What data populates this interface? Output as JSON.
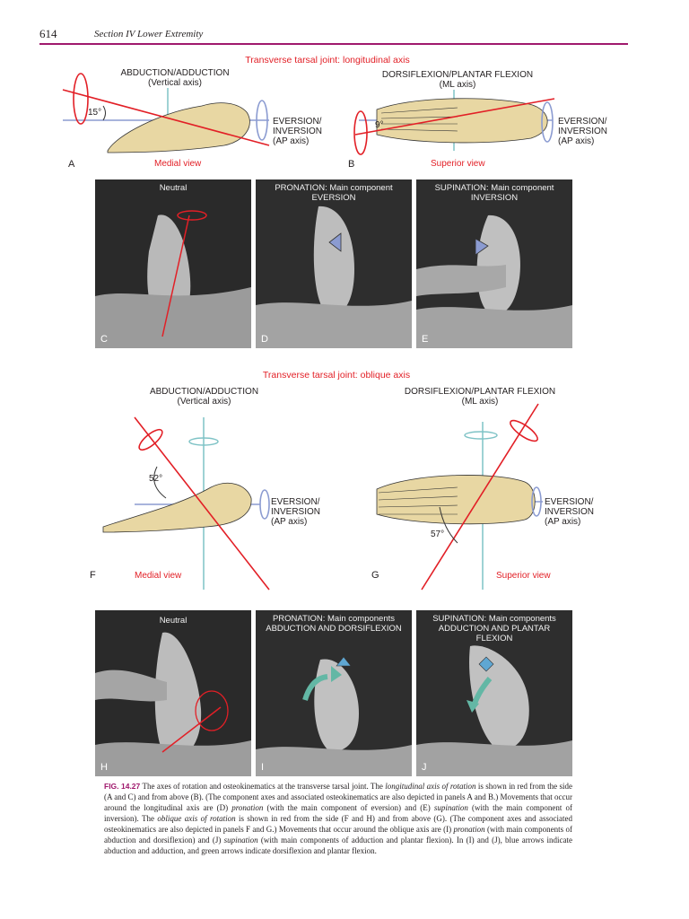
{
  "header": {
    "page_number": "614",
    "section": "Section IV   Lower Extremity"
  },
  "top": {
    "title": "Transverse tarsal joint: longitudinal axis",
    "A": {
      "axis_title": "ABDUCTION/ADDUCTION",
      "axis_sub": "(Vertical axis)",
      "angle": "15°",
      "eversion1": "EVERSION/",
      "eversion2": "INVERSION",
      "eversion3": "(AP axis)",
      "view": "Medial view",
      "letter": "A"
    },
    "B": {
      "axis_title": "DORSIFLEXION/PLANTAR FLEXION",
      "axis_sub": "(ML axis)",
      "angle": "9°",
      "eversion1": "EVERSION/",
      "eversion2": "INVERSION",
      "eversion3": "(AP axis)",
      "view": "Superior view",
      "letter": "B"
    }
  },
  "row1_photos": [
    {
      "title1": "Neutral",
      "title2": "",
      "letter": "C"
    },
    {
      "title1": "PRONATION: Main component",
      "title2": "EVERSION",
      "letter": "D"
    },
    {
      "title1": "SUPINATION: Main component",
      "title2": "INVERSION",
      "letter": "E"
    }
  ],
  "middle": {
    "title": "Transverse tarsal joint: oblique axis",
    "F": {
      "axis_title": "ABDUCTION/ADDUCTION",
      "axis_sub": "(Vertical axis)",
      "angle": "52°",
      "eversion1": "EVERSION/",
      "eversion2": "INVERSION",
      "eversion3": "(AP axis)",
      "view": "Medial view",
      "letter": "F"
    },
    "G": {
      "axis_title": "DORSIFLEXION/PLANTAR FLEXION",
      "axis_sub": "(ML axis)",
      "angle": "57°",
      "eversion1": "EVERSION/",
      "eversion2": "INVERSION",
      "eversion3": "(AP axis)",
      "view": "Superior view",
      "letter": "G"
    }
  },
  "row2_photos": [
    {
      "title1": "Neutral",
      "title2": "",
      "title3": "",
      "letter": "H"
    },
    {
      "title1": "PRONATION: Main components",
      "title2": "ABDUCTION AND DORSIFLEXION",
      "title3": "",
      "letter": "I"
    },
    {
      "title1": "SUPINATION: Main components",
      "title2": "ADDUCTION AND PLANTAR",
      "title3": "FLEXION",
      "letter": "J"
    }
  ],
  "caption": {
    "fig": "FIG. 14.27",
    "t1": " The axes of rotation and osteokinematics at the transverse tarsal joint. The ",
    "i1": "longitudinal axis of rotation",
    "t2": " is shown in red from the side (A and C) and from above (B). (The component axes and associated osteokinematics are also depicted in panels A and B.) Movements that occur around the longitudinal axis are (D) ",
    "i2": "pronation",
    "t3": " (with the main component of eversion) and (E) ",
    "i3": "supination",
    "t4": " (with the main component of inversion). The ",
    "i4": "oblique axis of rotation",
    "t5": " is shown in red from the side (F and H) and from above (G). (The component axes and associated osteokinematics are also depicted in panels F and G.) Movements that occur around the oblique axis are (I) ",
    "i5": "pronation",
    "t6": " (with main components of abduction and dorsiflexion) and (J) ",
    "i6": "supination",
    "t7": " (with main components of adduction and plantar flexion). In (I) and (J), blue arrows indicate abduction and adduction, and green arrows indicate dorsiflexion and plantar flexion."
  },
  "colors": {
    "accent": "#a0196d",
    "axis_red": "#e21f26",
    "axis_blue": "#8b9bd1",
    "axis_teal": "#7fc3c6",
    "bone": "#e8d7a3"
  }
}
